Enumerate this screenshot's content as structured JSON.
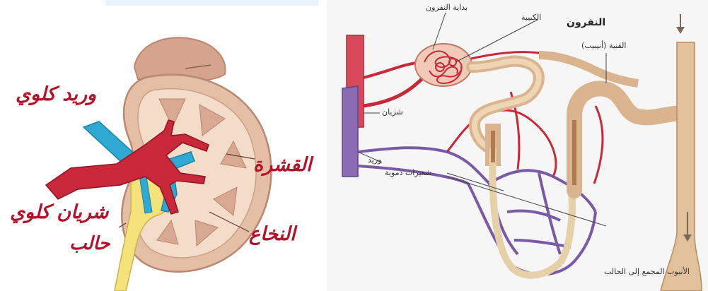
{
  "kidney": {
    "labels": {
      "renal_vein": "وريد كلوي",
      "cortex": "القشرة",
      "renal_artery": "شريان كلوي",
      "medulla": "النخاع",
      "ureter": "حالب"
    }
  },
  "nephron": {
    "title": "النفرون",
    "labels": {
      "nephron_start": "بداية النفرون",
      "glomerulus": "الكبيبة",
      "tubule": "القنية (أنيبيب)",
      "artery": "شريان",
      "vein": "وريد",
      "capillaries": "شعيرات دموية",
      "collecting_duct": "الأنبوب المجمع إلى الحالب"
    }
  },
  "colors": {
    "artery": "#c9283a",
    "vein": "#2ea9d2",
    "kidney_tissue": "#dcb29a",
    "label_red": "#b3122b",
    "tubule": "#d9b48f",
    "nephron_vein": "#7a5aa6"
  }
}
